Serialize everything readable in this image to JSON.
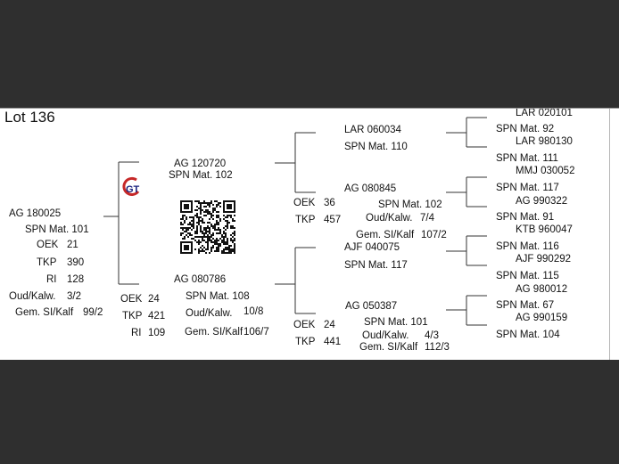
{
  "sheet": {
    "title": "Lot 136",
    "subject": {
      "name": "AG  180025",
      "mat": "SPN Mat. 101",
      "oek_label": "OEK",
      "oek": "21",
      "tkp_label": "TKP",
      "tkp": "390",
      "ri_label": "RI",
      "ri": "128",
      "oud_label": "Oud/Kalw.",
      "oud": "3/2",
      "gem_label": "Gem. SI/Kalf",
      "gem": "99/2"
    },
    "sire": {
      "name": "AG  120720",
      "mat": "SPN Mat. 102",
      "logo_text": "GT",
      "qr_label": "QR code"
    },
    "dam": {
      "name": "AG  080786",
      "mat": "SPN Mat. 108",
      "oek_label": "OEK",
      "oek": "24",
      "tkp_label": "TKP",
      "tkp": "421",
      "ri_label": "RI",
      "ri": "109",
      "oud_label": "Oud/Kalw.",
      "oud": "10/8",
      "gem_label": "Gem. SI/Kalf",
      "gem": "106/7"
    },
    "ss": {
      "name": "LAR  060034",
      "mat": "SPN Mat. 110"
    },
    "sd": {
      "name": "AG  080845",
      "mat": "SPN Mat. 102",
      "oek_label": "OEK",
      "oek": "36",
      "tkp_label": "TKP",
      "tkp": "457",
      "oud_label": "Oud/Kalw.",
      "oud": "7/4",
      "gem_label": "Gem. SI/Kalf",
      "gem": "107/2"
    },
    "ds": {
      "name": "AJF  040075",
      "mat": "SPN Mat. 117"
    },
    "dd": {
      "name": "AG  050387",
      "mat": "SPN Mat. 101",
      "oek_label": "OEK",
      "oek": "24",
      "tkp_label": "TKP",
      "tkp": "441",
      "oud_label": "Oud/Kalw.",
      "oud": "4/3",
      "gem_label": "Gem. SI/Kalf",
      "gem": "112/3"
    },
    "gen3": [
      {
        "name": "LAR  020101",
        "mat": "SPN Mat. 92"
      },
      {
        "name": "LAR  980130",
        "mat": "SPN Mat. 111"
      },
      {
        "name": "MMJ  030052",
        "mat": "SPN Mat. 117"
      },
      {
        "name": "AG  990322",
        "mat": "SPN Mat. 91"
      },
      {
        "name": "KTB  960047",
        "mat": "SPN Mat. 116"
      },
      {
        "name": "AJF  990292",
        "mat": "SPN Mat. 115"
      },
      {
        "name": "AG  980012",
        "mat": "SPN Mat. 67"
      },
      {
        "name": "AG  990159",
        "mat": "SPN Mat. 104"
      }
    ]
  }
}
